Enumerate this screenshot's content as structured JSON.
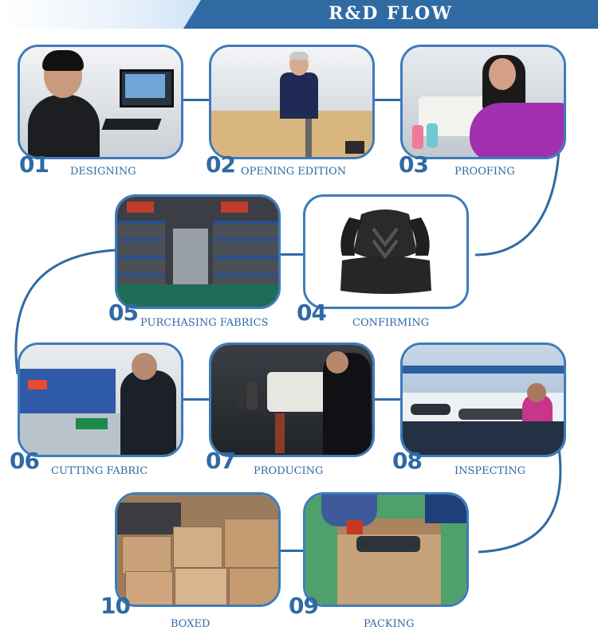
{
  "header": {
    "title": "R&D  FLOW"
  },
  "steps": [
    {
      "number": "01",
      "label": "DESIGNING"
    },
    {
      "number": "02",
      "label": "OPENING EDITION"
    },
    {
      "number": "03",
      "label": "PROOFING"
    },
    {
      "number": "04",
      "label": "CONFIRMING"
    },
    {
      "number": "05",
      "label": "PURCHASING FABRICS"
    },
    {
      "number": "06",
      "label": "CUTTING FABRIC"
    },
    {
      "number": "07",
      "label": "PRODUCING"
    },
    {
      "number": "08",
      "label": "INSPECTING"
    },
    {
      "number": "09",
      "label": "PACKING"
    },
    {
      "number": "10",
      "label": "BOXED"
    }
  ],
  "colors": {
    "accent": "#2f6aa3",
    "frame": "#3e7bbb",
    "background": "#ffffff"
  }
}
